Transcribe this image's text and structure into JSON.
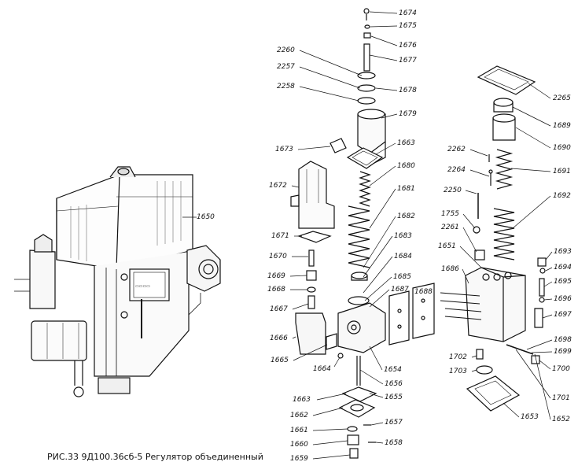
{
  "caption": "РИС.33 9Д100.36сб-5 Регулятор объединенный",
  "callouts": [
    {
      "id": "1650",
      "text": "1650"
    },
    {
      "id": "1674",
      "text": "1674"
    },
    {
      "id": "1675",
      "text": "1675"
    },
    {
      "id": "1676",
      "text": "1676"
    },
    {
      "id": "1677",
      "text": "1677"
    },
    {
      "id": "2260",
      "text": "2260"
    },
    {
      "id": "2257",
      "text": "2257"
    },
    {
      "id": "2258",
      "text": "2258"
    },
    {
      "id": "1678",
      "text": "1678"
    },
    {
      "id": "1679",
      "text": "1679"
    },
    {
      "id": "1673",
      "text": "1673"
    },
    {
      "id": "1663a",
      "text": "1663"
    },
    {
      "id": "1680",
      "text": "1680"
    },
    {
      "id": "1672",
      "text": "1672"
    },
    {
      "id": "1681",
      "text": "1681"
    },
    {
      "id": "1682",
      "text": "1682"
    },
    {
      "id": "1671",
      "text": "1671"
    },
    {
      "id": "1683",
      "text": "1683"
    },
    {
      "id": "1670",
      "text": "1670"
    },
    {
      "id": "1684",
      "text": "1684"
    },
    {
      "id": "1669",
      "text": "1669"
    },
    {
      "id": "1685",
      "text": "1685"
    },
    {
      "id": "1668",
      "text": "1668"
    },
    {
      "id": "1687",
      "text": "1687"
    },
    {
      "id": "1688",
      "text": "1688"
    },
    {
      "id": "1667",
      "text": "1667"
    },
    {
      "id": "1666",
      "text": "1666"
    },
    {
      "id": "1665",
      "text": "1665"
    },
    {
      "id": "1664",
      "text": "1664"
    },
    {
      "id": "1654",
      "text": "1654"
    },
    {
      "id": "1656",
      "text": "1656"
    },
    {
      "id": "1663b",
      "text": "1663"
    },
    {
      "id": "1655",
      "text": "1655"
    },
    {
      "id": "1662",
      "text": "1662"
    },
    {
      "id": "1661",
      "text": "1661"
    },
    {
      "id": "1657",
      "text": "1657"
    },
    {
      "id": "1660",
      "text": "1660"
    },
    {
      "id": "1658",
      "text": "1658"
    },
    {
      "id": "1659",
      "text": "1659"
    },
    {
      "id": "2265",
      "text": "2265"
    },
    {
      "id": "1689",
      "text": "1689"
    },
    {
      "id": "1690",
      "text": "1690"
    },
    {
      "id": "2262",
      "text": "2262"
    },
    {
      "id": "2264",
      "text": "2264"
    },
    {
      "id": "1691",
      "text": "1691"
    },
    {
      "id": "2250",
      "text": "2250"
    },
    {
      "id": "1692",
      "text": "1692"
    },
    {
      "id": "1755",
      "text": "1755"
    },
    {
      "id": "2261",
      "text": "2261"
    },
    {
      "id": "1651",
      "text": "1651"
    },
    {
      "id": "1693",
      "text": "1693"
    },
    {
      "id": "1694",
      "text": "1694"
    },
    {
      "id": "1686",
      "text": "1686"
    },
    {
      "id": "1695",
      "text": "1695"
    },
    {
      "id": "1696",
      "text": "1696"
    },
    {
      "id": "1697",
      "text": "1697"
    },
    {
      "id": "1698",
      "text": "1698"
    },
    {
      "id": "1699",
      "text": "1699"
    },
    {
      "id": "1702",
      "text": "1702"
    },
    {
      "id": "1700",
      "text": "1700"
    },
    {
      "id": "1703",
      "text": "1703"
    },
    {
      "id": "1701",
      "text": "1701"
    },
    {
      "id": "1653",
      "text": "1653"
    },
    {
      "id": "1652",
      "text": "1652"
    }
  ]
}
